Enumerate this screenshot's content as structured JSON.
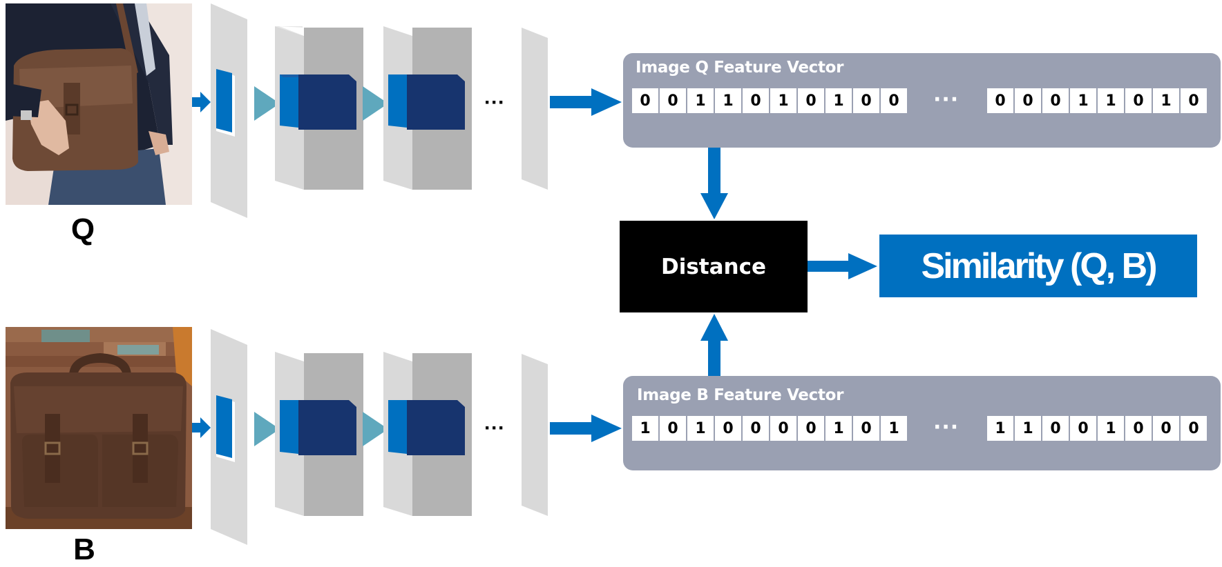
{
  "images": {
    "query": {
      "label": "Q"
    },
    "base": {
      "label": "B"
    }
  },
  "network": {
    "ellipsis": "···"
  },
  "feature_vectors": {
    "q": {
      "title": "Image Q Feature Vector",
      "bits_left": [
        "0",
        "0",
        "1",
        "1",
        "0",
        "1",
        "0",
        "1",
        "0",
        "0"
      ],
      "ellipsis": "···",
      "bits_right": [
        "0",
        "0",
        "0",
        "1",
        "1",
        "0",
        "1",
        "0"
      ]
    },
    "b": {
      "title": "Image B Feature Vector",
      "bits_left": [
        "1",
        "0",
        "1",
        "0",
        "0",
        "0",
        "0",
        "1",
        "0",
        "1"
      ],
      "ellipsis": "···",
      "bits_right": [
        "1",
        "1",
        "0",
        "0",
        "1",
        "0",
        "0",
        "0"
      ]
    }
  },
  "distance": {
    "label": "Distance"
  },
  "similarity": {
    "label": "Similarity (Q, B)"
  },
  "colors": {
    "arrow": "#0070c0",
    "feature_box": "#9aa0b2",
    "cnn_layer": "#b3b3b3",
    "cnn_layer_light": "#d9d9d9",
    "conv_block_dark": "#17346e",
    "conv_block": "#0070c0",
    "kernel": "#5fa8bd"
  }
}
